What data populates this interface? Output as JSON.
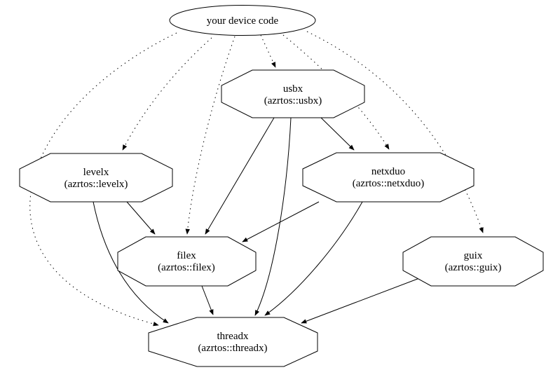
{
  "graph": {
    "background_color": "#ffffff",
    "line_color": "#000000",
    "node_fill_color": "#ffffff",
    "nodes": [
      {
        "id": "your-device-code",
        "label": "your device code",
        "shape": "ellipse"
      },
      {
        "id": "usbx",
        "label": "usbx",
        "sublabel": "(azrtos::usbx)",
        "shape": "octagon"
      },
      {
        "id": "levelx",
        "label": "levelx",
        "sublabel": "(azrtos::levelx)",
        "shape": "octagon"
      },
      {
        "id": "netxduo",
        "label": "netxduo",
        "sublabel": "(azrtos::netxduo)",
        "shape": "octagon"
      },
      {
        "id": "filex",
        "label": "filex",
        "sublabel": "(azrtos::filex)",
        "shape": "octagon"
      },
      {
        "id": "guix",
        "label": "guix",
        "sublabel": "(azrtos::guix)",
        "shape": "octagon"
      },
      {
        "id": "threadx",
        "label": "threadx",
        "sublabel": "(azrtos::threadx)",
        "shape": "octagon"
      }
    ],
    "edges": [
      {
        "from": "your-device-code",
        "to": "usbx",
        "style": "dotted"
      },
      {
        "from": "your-device-code",
        "to": "levelx",
        "style": "dotted"
      },
      {
        "from": "your-device-code",
        "to": "netxduo",
        "style": "dotted"
      },
      {
        "from": "your-device-code",
        "to": "filex",
        "style": "dotted"
      },
      {
        "from": "your-device-code",
        "to": "guix",
        "style": "dotted"
      },
      {
        "from": "your-device-code",
        "to": "threadx",
        "style": "dotted"
      },
      {
        "from": "usbx",
        "to": "netxduo",
        "style": "solid"
      },
      {
        "from": "usbx",
        "to": "filex",
        "style": "solid"
      },
      {
        "from": "usbx",
        "to": "threadx",
        "style": "solid"
      },
      {
        "from": "levelx",
        "to": "filex",
        "style": "solid"
      },
      {
        "from": "levelx",
        "to": "threadx",
        "style": "solid"
      },
      {
        "from": "netxduo",
        "to": "filex",
        "style": "solid"
      },
      {
        "from": "netxduo",
        "to": "threadx",
        "style": "solid"
      },
      {
        "from": "filex",
        "to": "threadx",
        "style": "solid"
      },
      {
        "from": "guix",
        "to": "threadx",
        "style": "solid"
      }
    ]
  }
}
